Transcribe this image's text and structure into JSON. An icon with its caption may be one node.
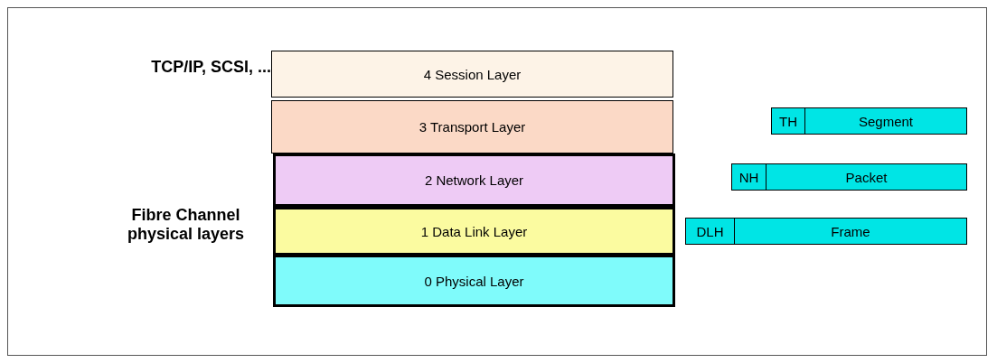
{
  "diagram": {
    "nodes": [
      {
        "text": [
          "4 Session Layer"
        ]
      },
      {
        "text": [
          "3 Transport Layer"
        ]
      },
      {
        "text": [
          "TH"
        ]
      },
      {
        "text": [
          "Segment"
        ]
      },
      {
        "text": [
          "2 Network Layer"
        ]
      },
      {
        "text": [
          "NH"
        ]
      },
      {
        "text": [
          "Packet"
        ]
      },
      {
        "text": [
          "1 Data Link Layer"
        ]
      },
      {
        "text": [
          "DLH"
        ]
      },
      {
        "text": [
          "Frame"
        ]
      },
      {
        "text": [
          "0 Physical Layer"
        ]
      }
    ],
    "labels": [
      "TCP/IP, SCSI, ...",
      "Fibre Channel physical layers"
    ]
  }
}
